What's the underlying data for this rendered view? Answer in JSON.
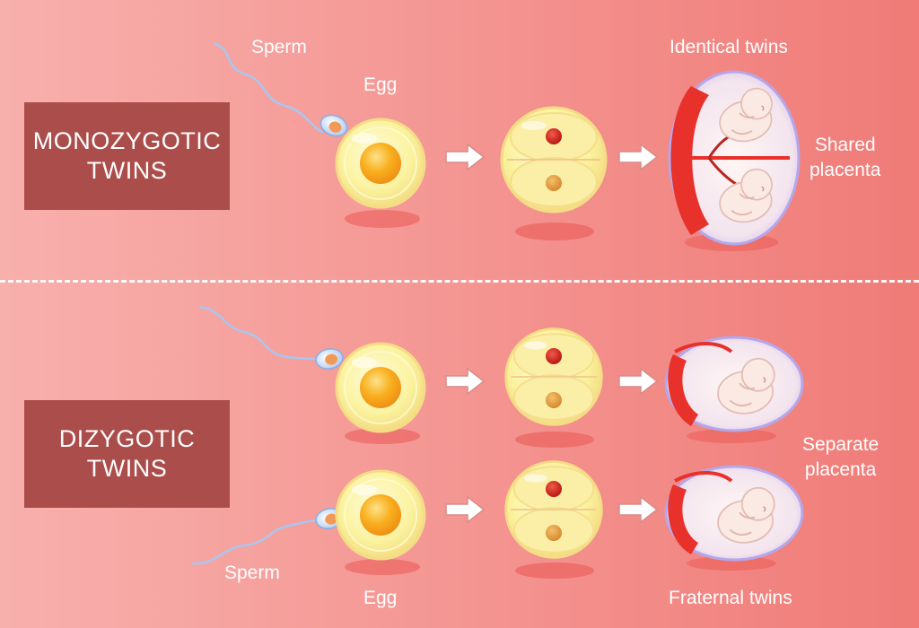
{
  "colors": {
    "background_left": "#f7aaa7",
    "background_right": "#f07c79",
    "title_box": "#ab4e4b",
    "label_text": "#ffffff",
    "egg_yolk": "#f7a21d",
    "egg_shell": "#fbf29a",
    "placenta": "#e8312b",
    "amniotic_sac": "#c9b6ec",
    "embryo": "#fbe8e2"
  },
  "top_section": {
    "title_line1": "MONOZYGOTIC",
    "title_line2": "TWINS",
    "sperm_label": "Sperm",
    "egg_label": "Egg",
    "result_label": "Identical twins",
    "placenta_line1": "Shared",
    "placenta_line2": "placenta"
  },
  "bottom_section": {
    "title_line1": "DIZYGOTIC",
    "title_line2": "TWINS",
    "sperm_label": "Sperm",
    "egg_label": "Egg",
    "result_label": "Fraternal twins",
    "placenta_line1": "Separate",
    "placenta_line2": "placenta"
  }
}
